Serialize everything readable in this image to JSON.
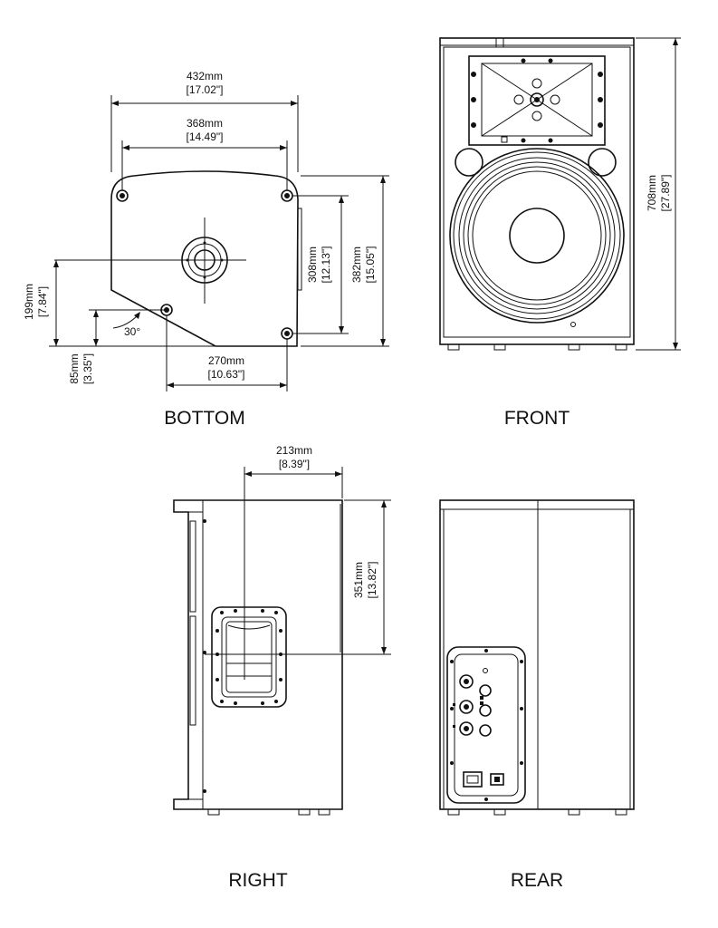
{
  "views": {
    "bottom": "BOTTOM",
    "front": "FRONT",
    "right": "RIGHT",
    "rear": "REAR"
  },
  "dimensions": {
    "bottom_width_mm": "432mm",
    "bottom_width_in": "[17.02\"]",
    "bottom_inner_mm": "368mm",
    "bottom_inner_in": "[14.49\"]",
    "bottom_depth_mm": "308mm",
    "bottom_depth_in": "[12.13\"]",
    "bottom_total_depth_mm": "382mm",
    "bottom_total_depth_in": "[15.05\"]",
    "bottom_socket_mm": "199mm",
    "bottom_socket_in": "[7.84\"]",
    "bottom_rear_mm": "85mm",
    "bottom_rear_in": "[3.35\"]",
    "bottom_angle": "30°",
    "bottom_rear_width_mm": "270mm",
    "bottom_rear_width_in": "[10.63\"]",
    "front_height_mm": "708mm",
    "front_height_in": "[27.89\"]",
    "right_handle_mm": "213mm",
    "right_handle_in": "[8.39\"]",
    "right_handle_height_mm": "351mm",
    "right_handle_height_in": "[13.82\"]"
  }
}
